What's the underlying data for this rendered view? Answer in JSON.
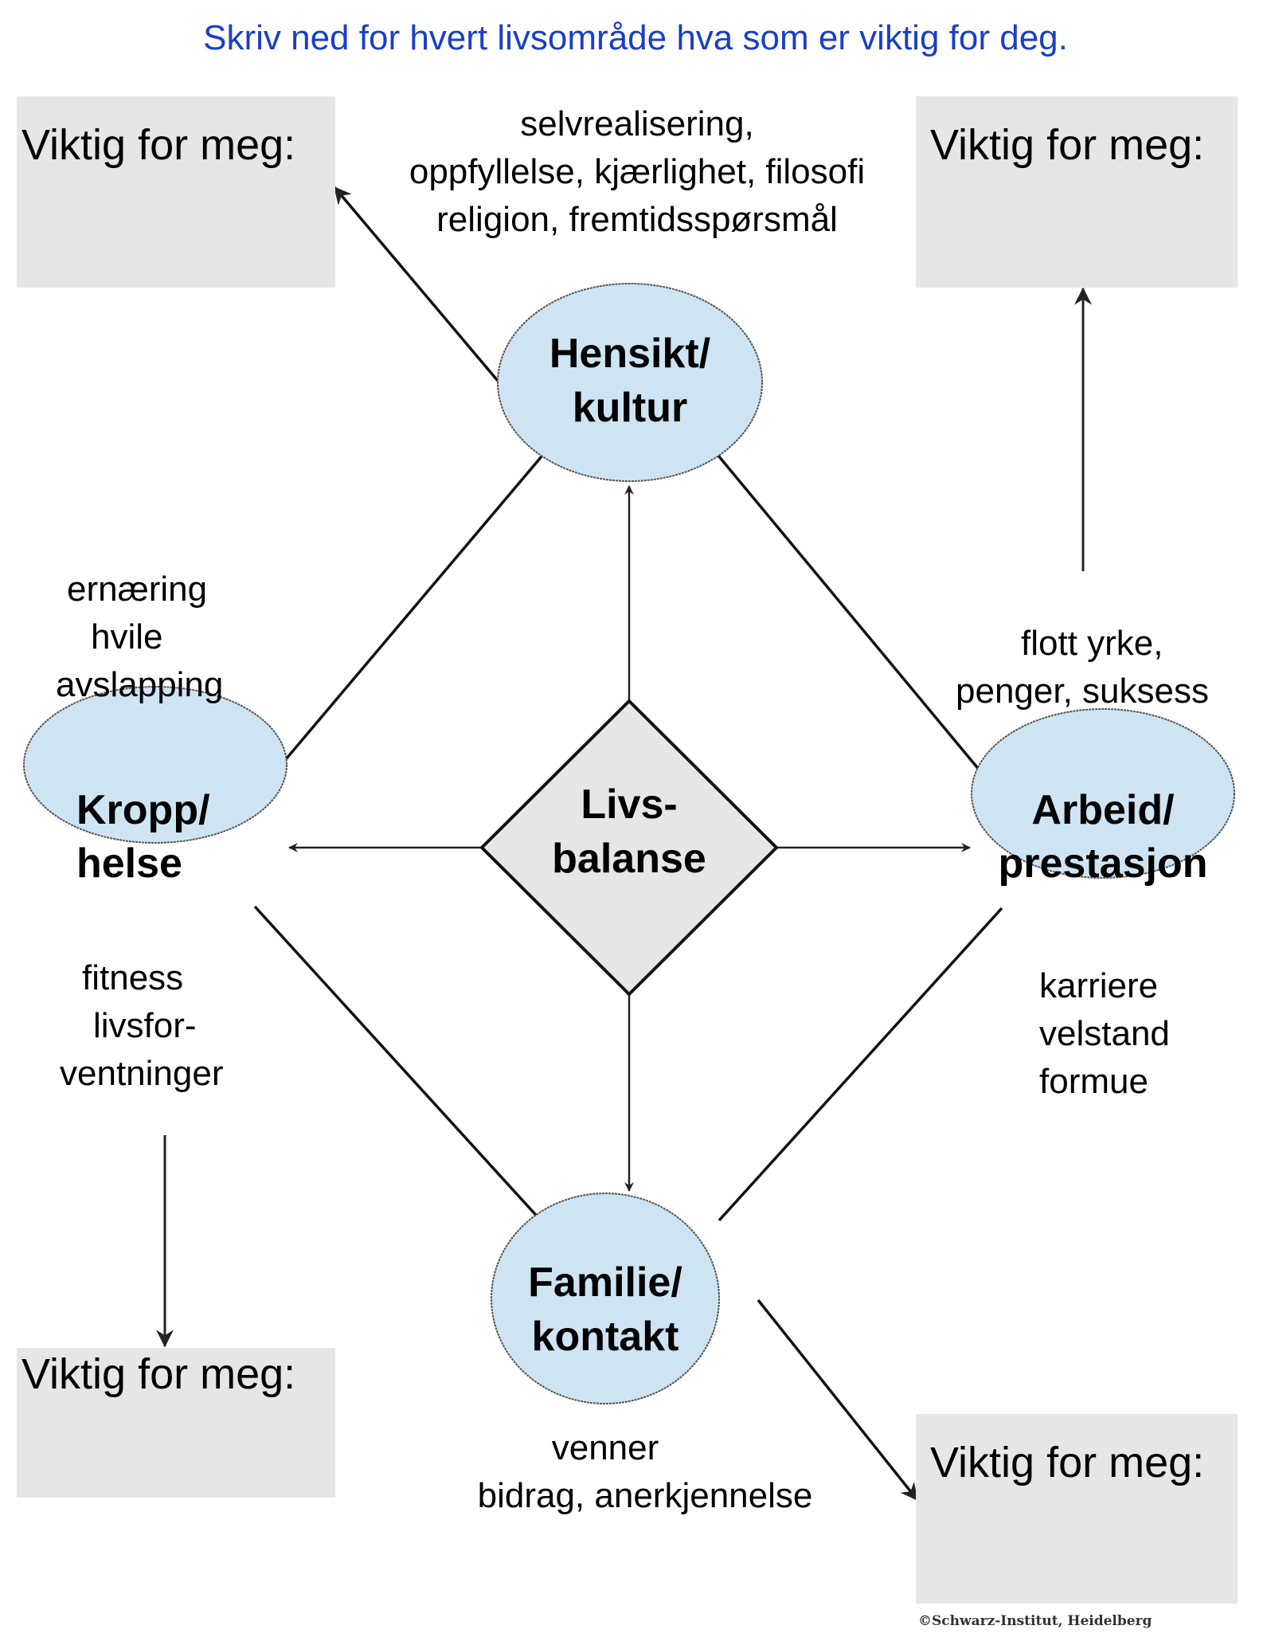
{
  "header": {
    "instruction": "Skriv ned for hvert livsområde hva som er viktig for deg."
  },
  "colors": {
    "instruction_text": "#1a3fc4",
    "circle_fill": "#cfe4f3",
    "diamond_fill": "#e6e6e6",
    "box_fill": "#e6e6e6",
    "line": "#111111"
  },
  "boxes": [
    {
      "id": "top-left",
      "label": "Viktig for meg:"
    },
    {
      "id": "top-right",
      "label": "Viktig for meg:"
    },
    {
      "id": "bottom-left",
      "label": "Viktig for meg:"
    },
    {
      "id": "bottom-right",
      "label": "Viktig for meg:"
    }
  ],
  "center": {
    "line1": "Livs-",
    "line2": "balanse"
  },
  "areas": {
    "top": {
      "line1": "Hensikt/",
      "line2": "kultur",
      "description": [
        "selvrealisering,",
        "oppfyllelse, kjærlighet, filosofi",
        "religion, fremtidsspørsmål"
      ]
    },
    "left": {
      "line1": "Kropp/",
      "line2": "helse",
      "description_above": [
        "ernæring",
        "hvile",
        "avslapping"
      ],
      "description_below": [
        "fitness",
        "livsfor-",
        "ventninger"
      ]
    },
    "right": {
      "line1": "Arbeid/",
      "line2": "prestasjon",
      "description_above": [
        "flott yrke,",
        "penger, suksess"
      ],
      "description_below": [
        "karriere",
        "velstand",
        "formue"
      ]
    },
    "bottom": {
      "line1": "Familie/",
      "line2": "kontakt",
      "description": [
        "venner",
        "bidrag, anerkjennelse"
      ]
    }
  },
  "footer": {
    "copyright": "©Schwarz-Institut, Heidelberg"
  }
}
